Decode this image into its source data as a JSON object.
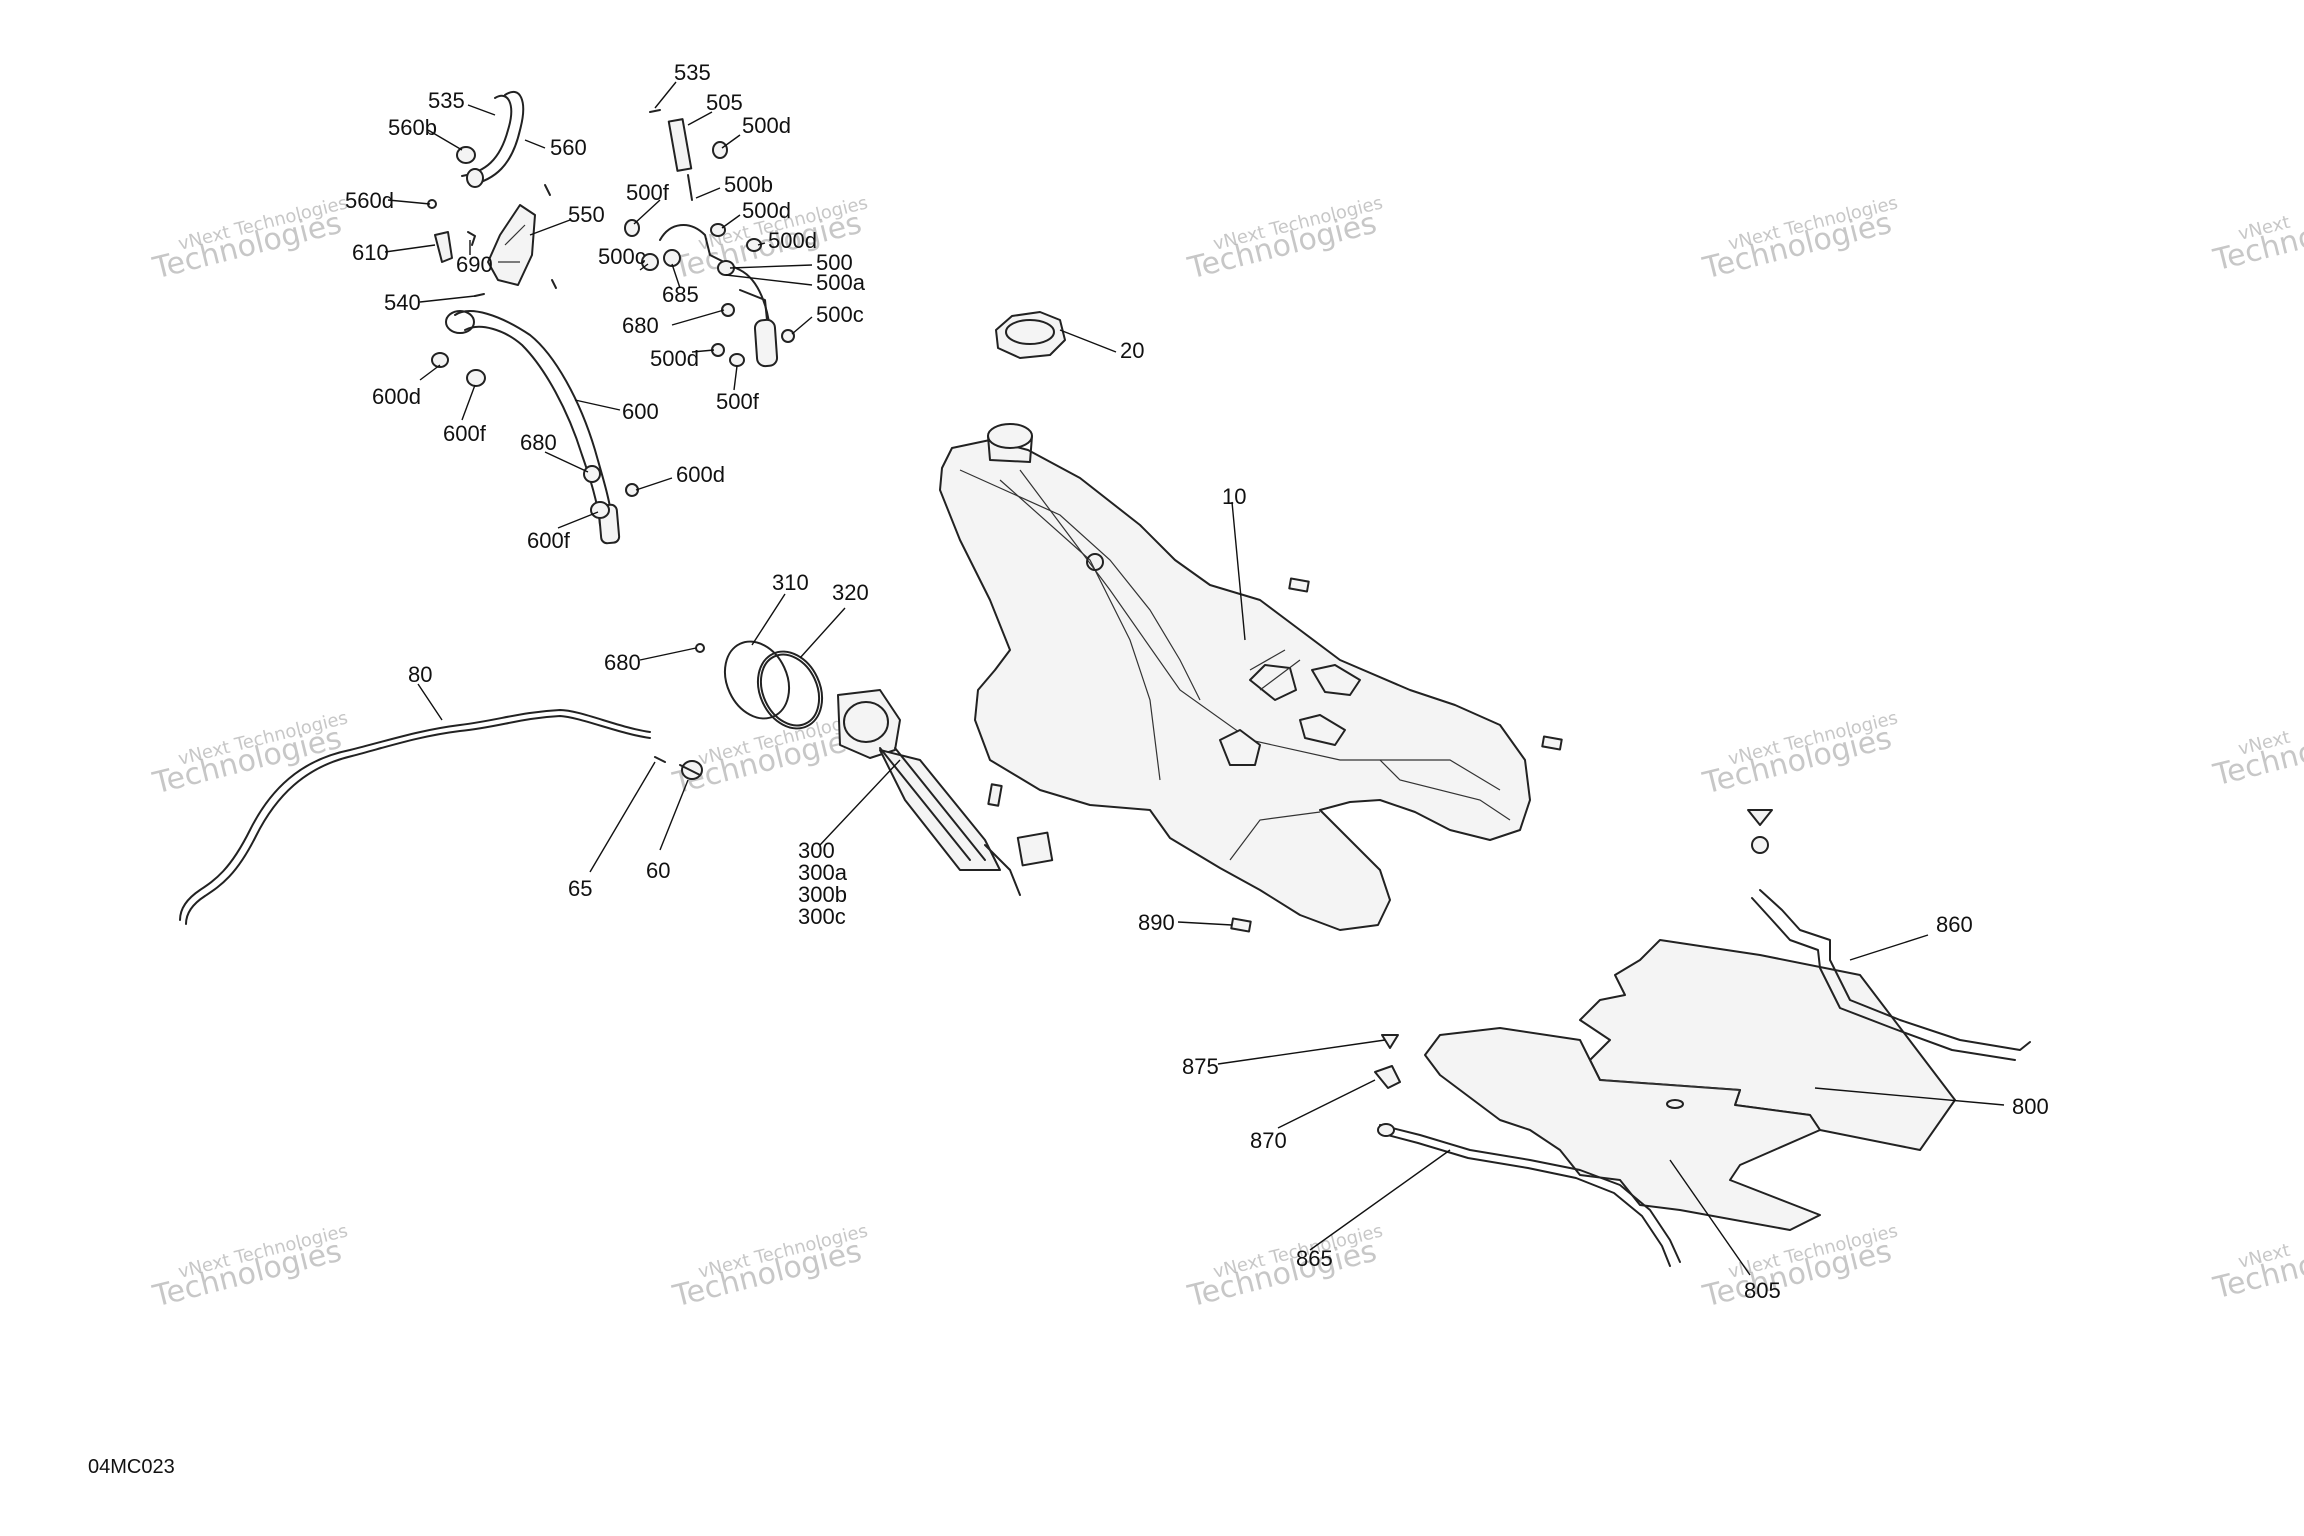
{
  "diagram_code": "04MC023",
  "watermark": {
    "line1": "vNext Technologies",
    "line2": "vNext",
    "line3": "Technologies"
  },
  "callouts": {
    "c535a": "535",
    "c560b": "560b",
    "c560": "560",
    "c560d": "560d",
    "c550": "550",
    "c610": "610",
    "c690": "690",
    "c540": "540",
    "c600d_a": "600d",
    "c600f_a": "600f",
    "c600": "600",
    "c680_a": "680",
    "c600d_b": "600d",
    "c600f_b": "600f",
    "c535b": "535",
    "c505": "505",
    "c500d_a": "500d",
    "c500f_a": "500f",
    "c500b": "500b",
    "c500d_b": "500d",
    "c500d_c": "500d",
    "c500": "500",
    "c500a": "500a",
    "c500c_a": "500c",
    "c685": "685",
    "c680_b": "680",
    "c500c_b": "500c",
    "c500d_d": "500d",
    "c500f_b": "500f",
    "c20": "20",
    "c10": "10",
    "c310": "310",
    "c320": "320",
    "c680_c": "680",
    "c80": "80",
    "c65": "65",
    "c60": "60",
    "c300": "300",
    "c300a": "300a",
    "c300b": "300b",
    "c300c": "300c",
    "c890": "890",
    "c860": "860",
    "c875": "875",
    "c870": "870",
    "c800": "800",
    "c865": "865",
    "c805": "805"
  }
}
